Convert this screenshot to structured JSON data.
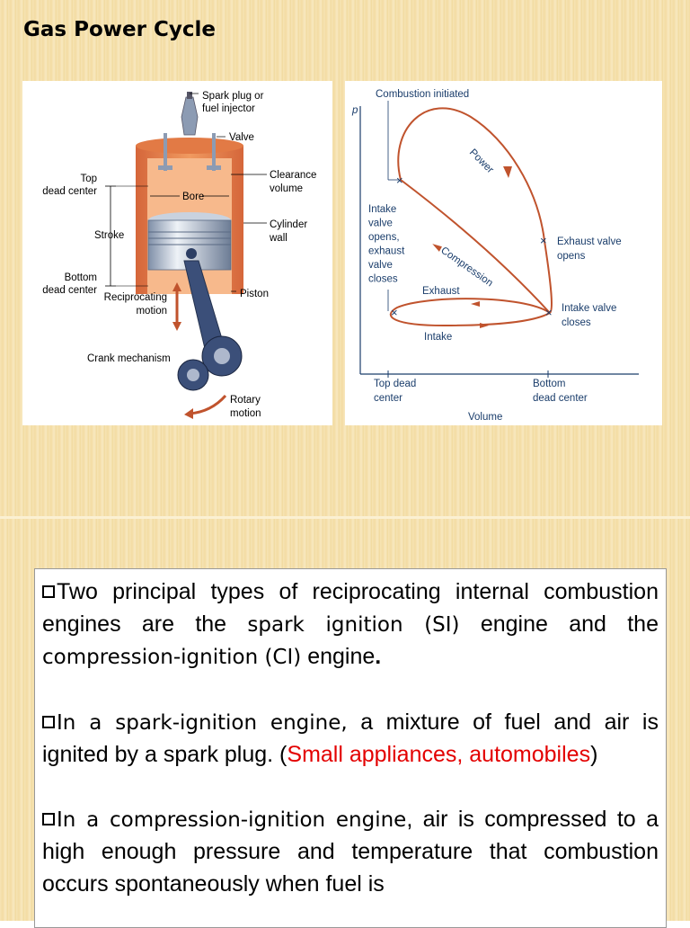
{
  "slide": {
    "title": "Gas Power Cycle"
  },
  "engine_diagram": {
    "labels": {
      "spark_plug": [
        "Spark plug or",
        "fuel injector"
      ],
      "valve": "Valve",
      "clearance": [
        "Clearance",
        "volume"
      ],
      "top_dead_center": [
        "Top",
        "dead center"
      ],
      "bore": "Bore",
      "stroke": "Stroke",
      "cylinder_wall": [
        "Cylinder",
        "wall"
      ],
      "bottom_dead_center": [
        "Bottom",
        "dead center"
      ],
      "reciprocating": [
        "Reciprocating",
        "motion"
      ],
      "piston": "Piston",
      "crank": "Crank mechanism",
      "rotary": [
        "Rotary",
        "motion"
      ]
    }
  },
  "pv_diagram": {
    "labels": {
      "combustion": "Combustion initiated",
      "p_axis": "p",
      "power": "Power",
      "intake_valve_opens": [
        "Intake",
        "valve",
        "opens,",
        "exhaust",
        "valve",
        "closes"
      ],
      "exhaust_valve_opens": [
        "Exhaust valve",
        "opens"
      ],
      "compression": "Compression",
      "exhaust": "Exhaust",
      "intake_valve_closes": [
        "Intake valve",
        "closes"
      ],
      "intake": "Intake",
      "top_dead_center": [
        "Top dead",
        "center"
      ],
      "bottom_dead_center": [
        "Bottom",
        "dead center"
      ],
      "volume": "Volume"
    }
  },
  "body": {
    "p1": {
      "a": "Two principal types of reciprocating internal combustion engines are the ",
      "b": "spark ignition (SI)",
      "c": " engine and the ",
      "d": "compression-ignition (CI)",
      "e": " engine",
      "f": "."
    },
    "p2": {
      "a": "In a spark-ignition engine,",
      "b": " a mixture of fuel and air is ignited by a spark plug. (",
      "c": "Small appliances, automobiles",
      "d": ")"
    },
    "p3": {
      "a": "In a compression-ignition engine",
      "b": ", air is compressed to a high enough pressure and temperature that combustion occurs spontaneously when fuel is"
    }
  }
}
